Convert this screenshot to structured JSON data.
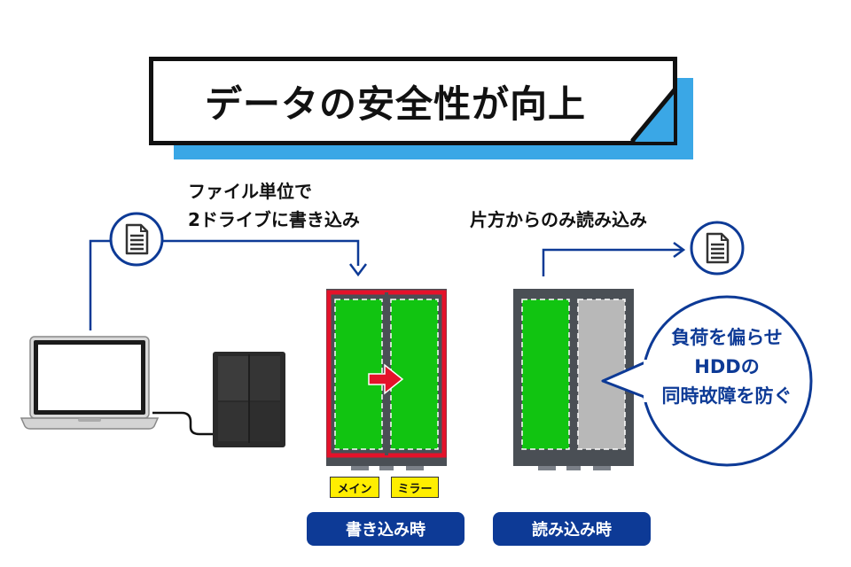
{
  "title": "データの安全性が向上",
  "write_caption": {
    "line1": "ファイル単位で",
    "line2": "2ドライブに書き込み"
  },
  "read_caption": "片方からのみ読み込み",
  "labels": {
    "main": "メイン",
    "mirror": "ミラー"
  },
  "pills": {
    "write": "書き込み時",
    "read": "読み込み時"
  },
  "bubble": {
    "line1": "負荷を偏らせ",
    "line2": "HDDの",
    "line3": "同時故障を防ぐ"
  },
  "icons": {
    "document_left": "document-icon",
    "document_right": "document-icon",
    "laptop": "laptop-icon",
    "nas": "nas-tower-icon",
    "arrow": "copy-arrow-icon"
  },
  "colors": {
    "accent_blue": "#0d3a96",
    "banner_shadow": "#3aa7e6",
    "drive_green": "#11c411",
    "drive_idle": "#b8b8b8",
    "write_frame": "#e4122a",
    "label_yellow": "#ffee00"
  }
}
